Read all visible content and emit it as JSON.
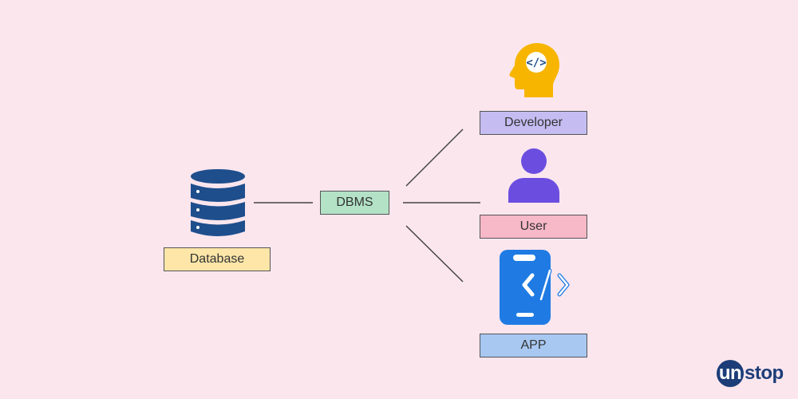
{
  "labels": {
    "database": "Database",
    "dbms": "DBMS",
    "developer": "Developer",
    "user": "User",
    "app": "APP"
  },
  "icons": {
    "database": "database-icon",
    "developer": "developer-head-icon",
    "user": "user-icon",
    "app": "mobile-app-icon",
    "developer_glyph": "</>"
  },
  "logo": {
    "part1": "un",
    "part2": "stop"
  },
  "colors": {
    "background": "#fbe6ee",
    "database_fill": "#fde6a8",
    "dbms_fill": "#b3e2c6",
    "developer_fill": "#c5bdf2",
    "user_fill": "#f7b8c8",
    "app_fill": "#a8c8f2",
    "db_icon": "#1e4e8c",
    "head_icon": "#f7b500",
    "user_icon": "#6b4ee0",
    "phone_icon": "#1f7be3",
    "logo_circle": "#1c3d78",
    "logo_text": "#1c3d78"
  }
}
